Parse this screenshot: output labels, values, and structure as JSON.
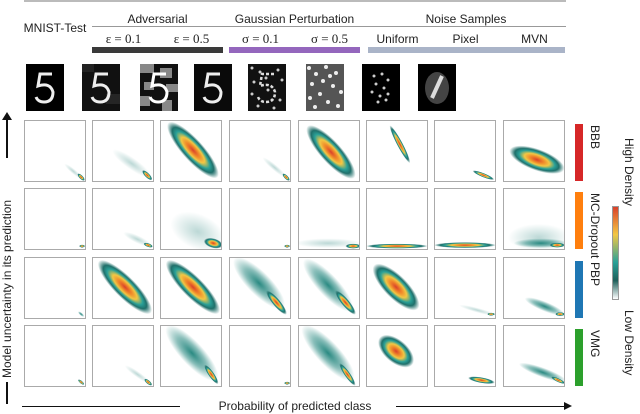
{
  "chart_data": {
    "type": "heatmap",
    "title": "",
    "xlabel": "Probability of predicted class",
    "ylabel": "Model uncertainty in its prediction",
    "legend": {
      "high": "High Density",
      "low": "Low Density",
      "colormap": [
        "#ffffff",
        "#1f6f6a",
        "#2aa198",
        "#f2c744",
        "#f08a2a",
        "#d9412b"
      ]
    },
    "column_groups": [
      {
        "label": "MNIST-Test",
        "columns": [
          0
        ]
      },
      {
        "label": "Adversarial",
        "columns": [
          1,
          2
        ],
        "color": "#3a3a3a"
      },
      {
        "label": "Gaussian Perturbation",
        "columns": [
          3,
          4
        ],
        "color": "#9467bd"
      },
      {
        "label": "Noise Samples",
        "columns": [
          5,
          6,
          7
        ],
        "color": "#aab4c8"
      }
    ],
    "columns": [
      "MNIST-Test",
      "ε = 0.1",
      "ε = 0.5",
      "σ = 0.1",
      "σ = 0.5",
      "Uniform",
      "Pixel",
      "MVN"
    ],
    "rows": [
      {
        "name": "BBB",
        "color": "#d62728"
      },
      {
        "name": "MC-Dropout",
        "color": "#ff7f0e"
      },
      {
        "name": "PBP",
        "color": "#1f77b4"
      },
      {
        "name": "VMG",
        "color": "#2ca02c"
      }
    ],
    "panels_description": "4x8 grid of 2D density plots; x = probability of predicted class (0→1 left to right), y = model uncertainty (0→high bottom to top)"
  },
  "header": {
    "mnist_test": "MNIST-Test",
    "adversarial": "Adversarial",
    "gaussian": "Gaussian Perturbation",
    "noise": "Noise Samples",
    "col_labels": [
      "ε = 0.1",
      "ε = 0.5",
      "σ = 0.1",
      "σ = 0.5",
      "Uniform",
      "Pixel",
      "MVN"
    ]
  },
  "rows": {
    "labels": [
      "BBB",
      "MC-Dropout",
      "PBP",
      "VMG"
    ],
    "colors": [
      "#d62728",
      "#ff7f0e",
      "#1f77b4",
      "#2ca02c"
    ]
  },
  "axes": {
    "x_label": "Probability of predicted class",
    "y_label": "Model uncertainty in its prediction"
  },
  "legend": {
    "high": "High Density",
    "low": "Low Density"
  }
}
